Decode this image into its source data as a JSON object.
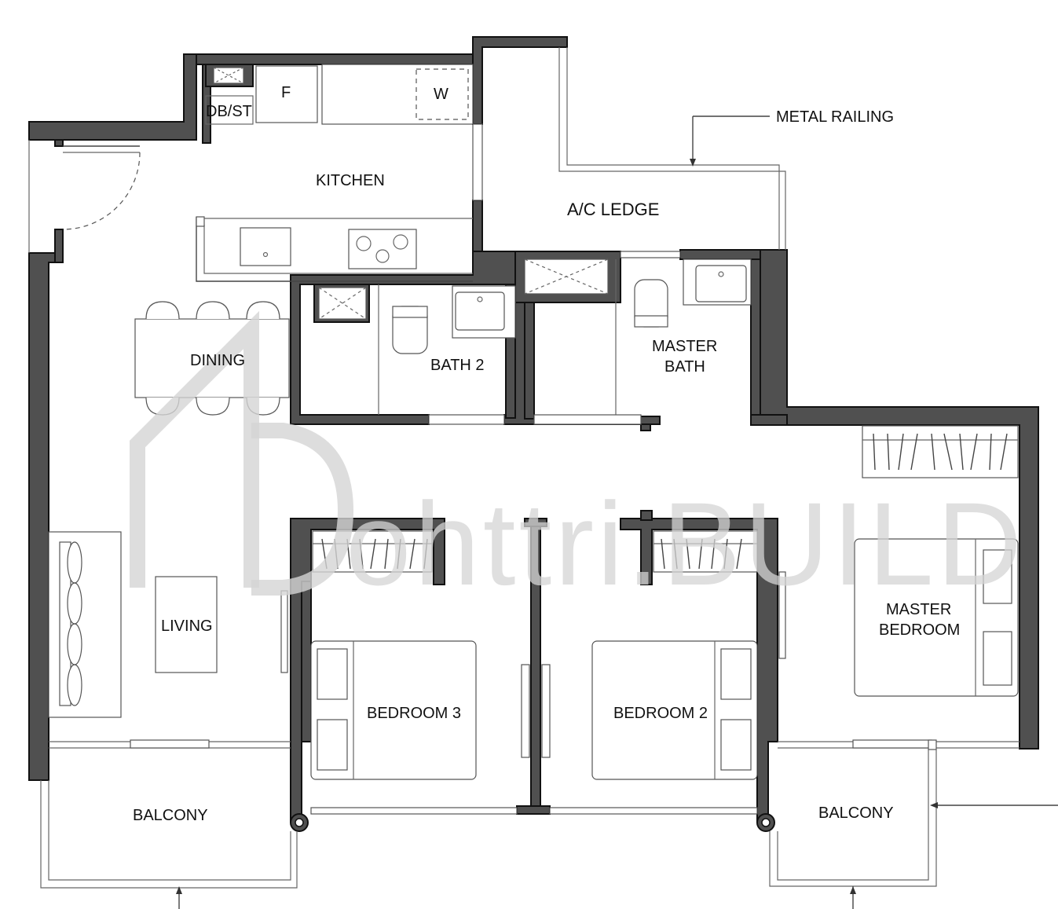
{
  "rooms": {
    "db_st": "DB/ST",
    "fridge": "F",
    "washer": "W",
    "kitchen": "KITCHEN",
    "ac_ledge": "A/C LEDGE",
    "dining": "DINING",
    "bath2": "BATH 2",
    "master_bath_line1": "MASTER",
    "master_bath_line2": "BATH",
    "living": "LIVING",
    "bedroom3": "BEDROOM 3",
    "bedroom2": "BEDROOM 2",
    "master_bedroom_line1": "MASTER",
    "master_bedroom_line2": "BEDROOM",
    "balcony_left": "BALCONY",
    "balcony_right": "BALCONY"
  },
  "annotations": {
    "metal_railing": "METAL RAILING"
  },
  "watermark": {
    "text": "ohttri.BUILD"
  },
  "colors": {
    "wall_fill": "#505050",
    "line": "#555555",
    "watermark": "#d4d4d4"
  }
}
